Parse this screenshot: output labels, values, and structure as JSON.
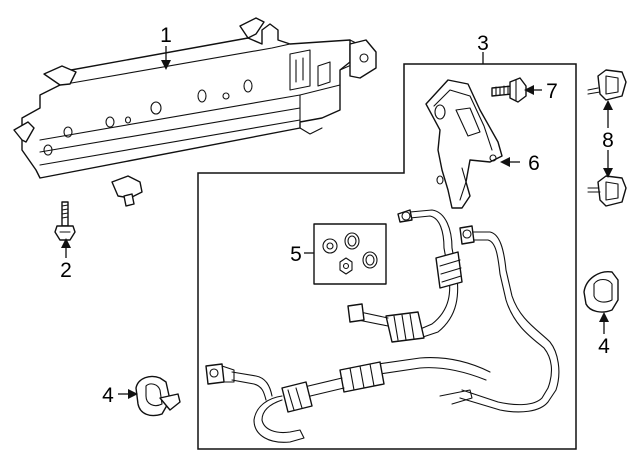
{
  "diagram": {
    "callouts": [
      {
        "id": "c1",
        "text": "1"
      },
      {
        "id": "c2",
        "text": "2"
      },
      {
        "id": "c3",
        "text": "3"
      },
      {
        "id": "c4a",
        "text": "4"
      },
      {
        "id": "c4b",
        "text": "4"
      },
      {
        "id": "c5",
        "text": "5"
      },
      {
        "id": "c6",
        "text": "6"
      },
      {
        "id": "c7",
        "text": "7"
      },
      {
        "id": "c8",
        "text": "8"
      }
    ],
    "colors": {
      "line": "#111111",
      "background": "#ffffff"
    }
  }
}
